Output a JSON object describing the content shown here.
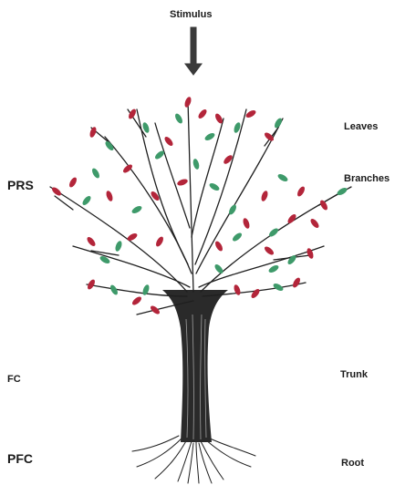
{
  "labels": {
    "stimulus": "Stimulus",
    "prs": "PRS",
    "fc": "FC",
    "pfc": "PFC",
    "leaves": "Leaves",
    "branches": "Branches",
    "trunk": "Trunk",
    "root": "Root"
  },
  "colors": {
    "ink": "#1f1f1f",
    "leaf_red": "#b3253a",
    "leaf_green": "#3e9a6a",
    "arrow": "#3a3a3a"
  }
}
